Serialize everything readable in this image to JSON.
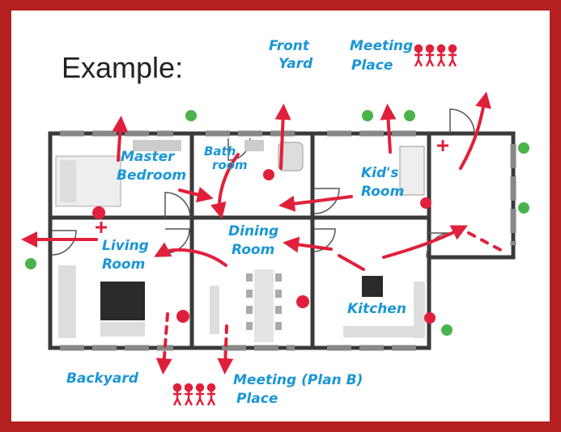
{
  "heading": "Example:",
  "labels": {
    "front_yard_1": "Front",
    "front_yard_2": "Yard",
    "meeting_place_1": "Meeting",
    "meeting_place_2": "Place",
    "master_1": "Master",
    "master_2": "Bedroom",
    "bath_1": "Bath",
    "bath_2": "room",
    "kids_1": "Kid's",
    "kids_2": "Room",
    "living_1": "Living",
    "living_2": "Room",
    "dining_1": "Dining",
    "dining_2": "Room",
    "kitchen": "Kitchen",
    "backyard": "Backyard",
    "meeting_b_1": "Meeting (Plan B)",
    "meeting_b_2": "Place"
  },
  "colors": {
    "frame": "#b3201f",
    "handwriting": "#1a96d6",
    "escape_route": "#e0203a",
    "walls": "#3a3a3a",
    "bush": "#4bb34b"
  }
}
